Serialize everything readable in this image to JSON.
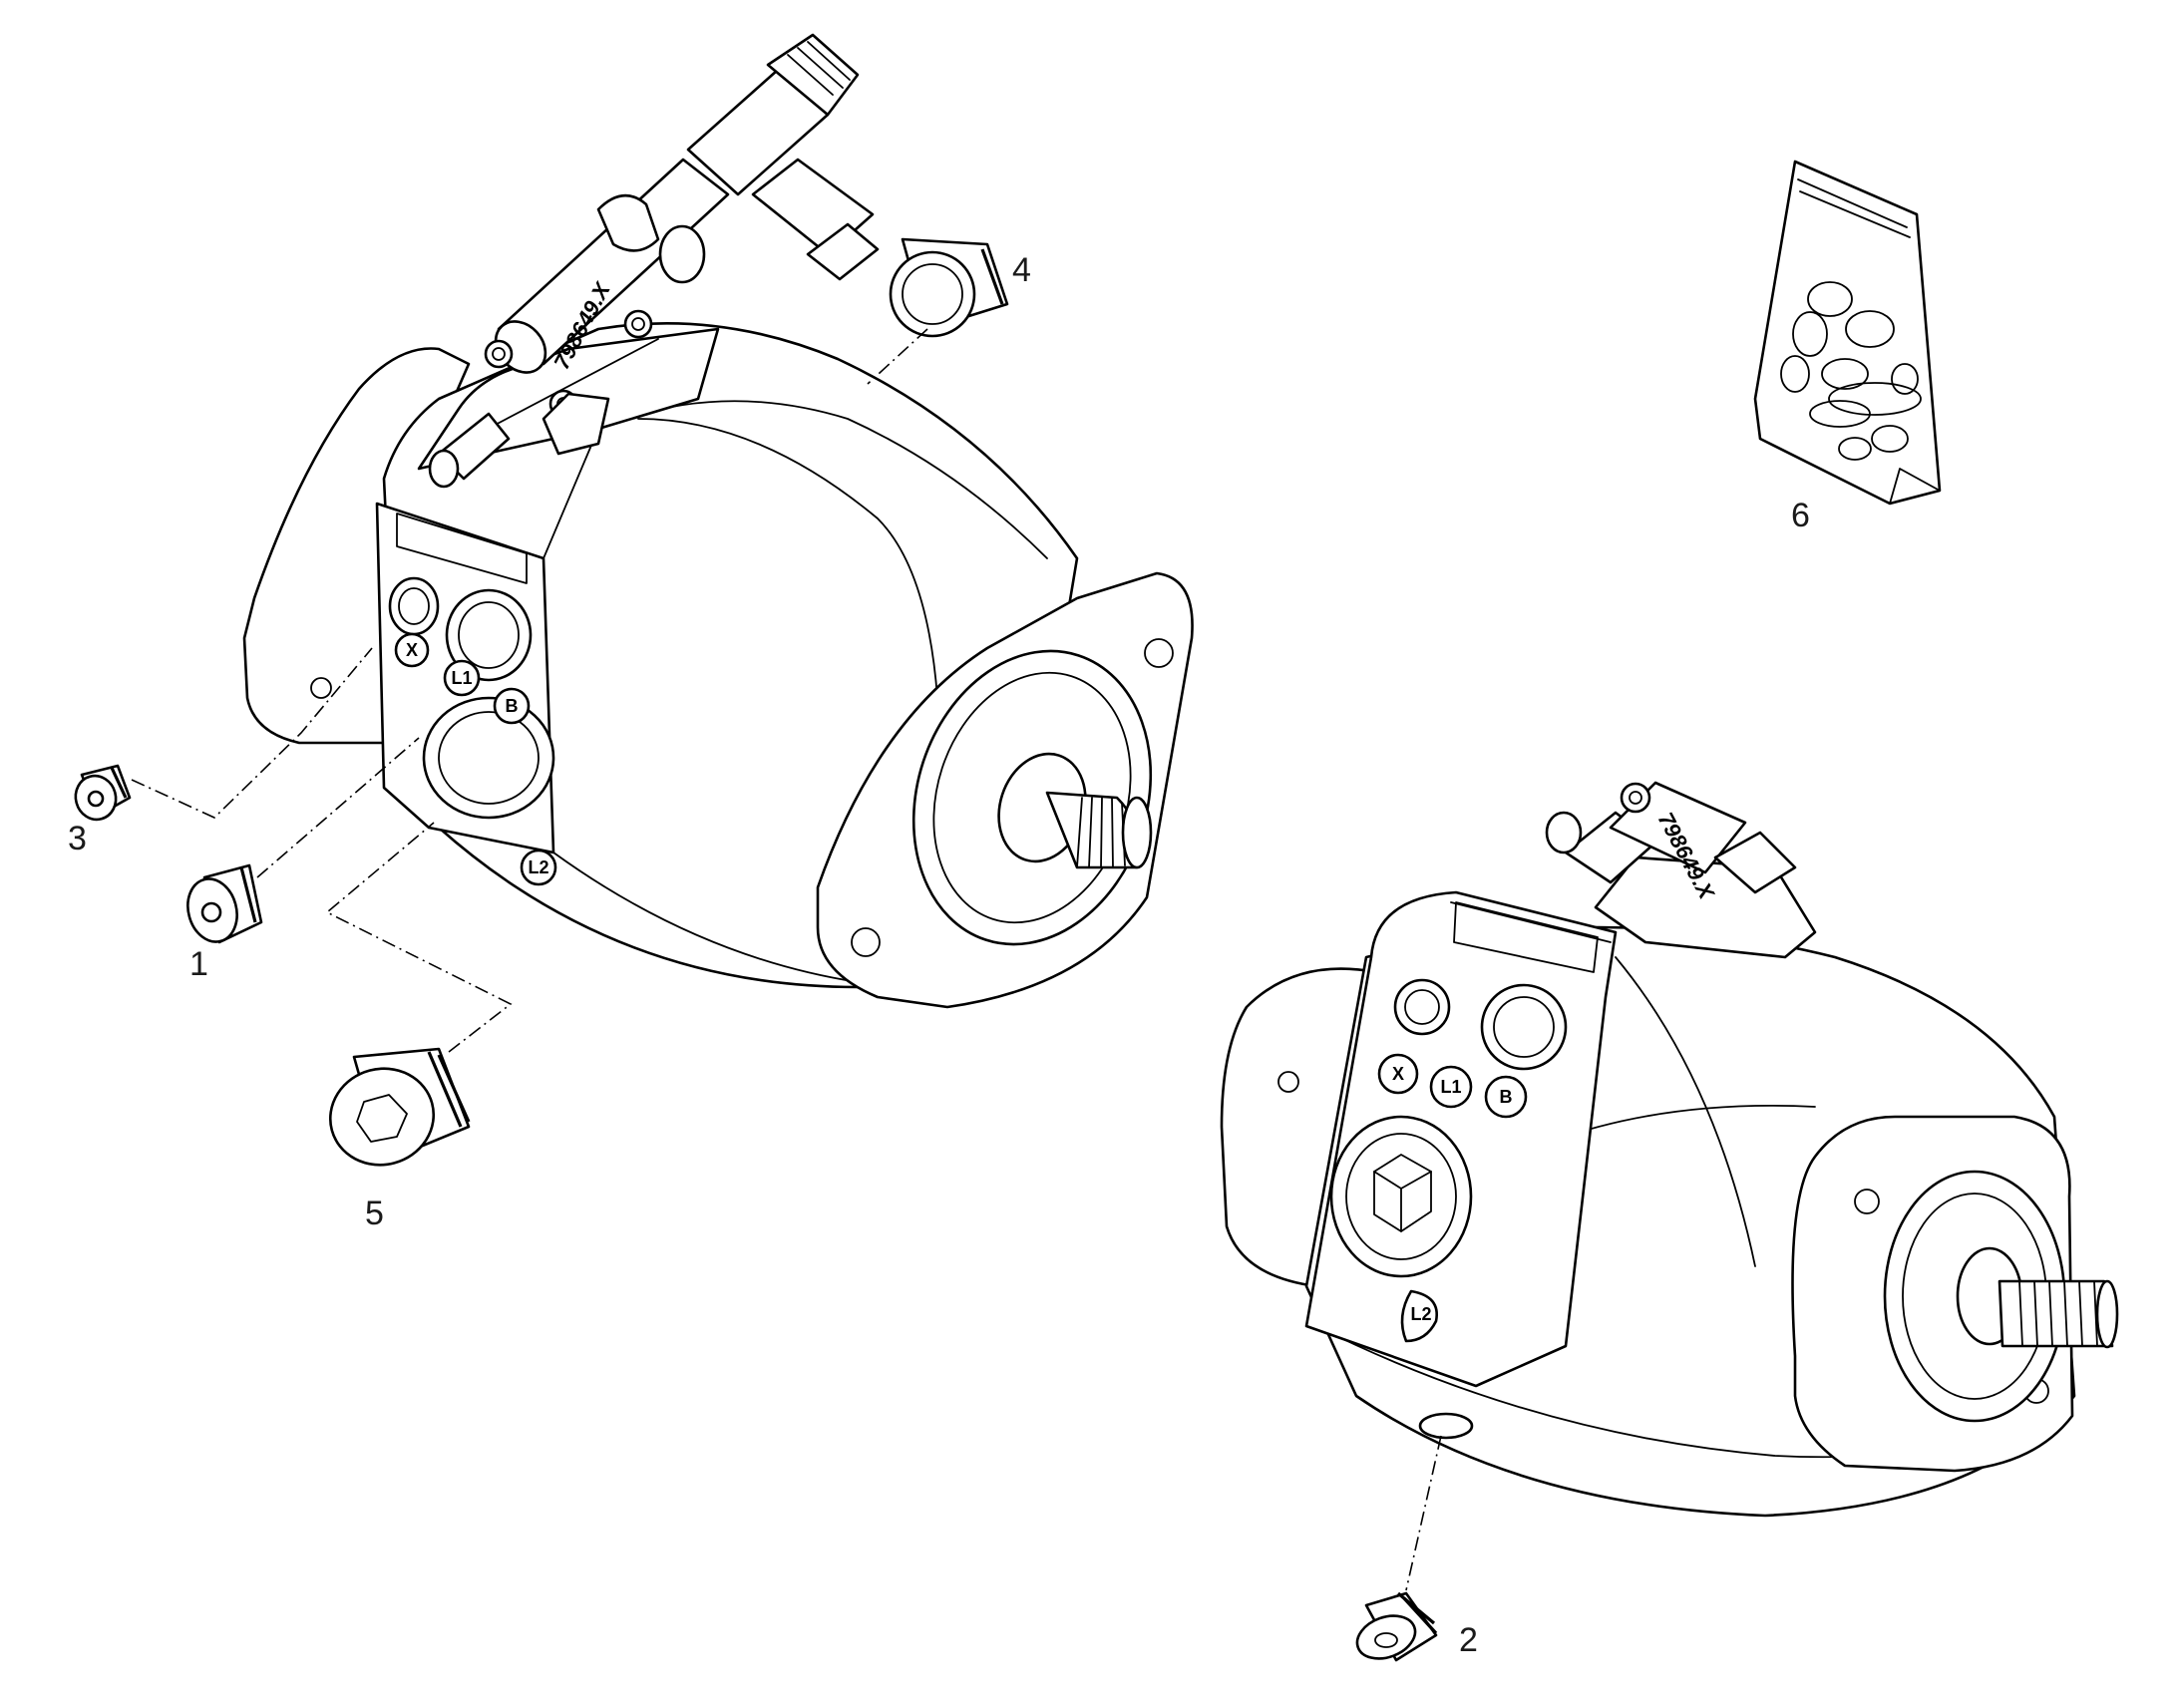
{
  "callouts": {
    "c1": "1",
    "c2": "2",
    "c3": "3",
    "c4": "4",
    "c5": "5",
    "c6": "6"
  },
  "part_number_label": "798649.X",
  "port_labels": {
    "x": "X",
    "l1": "L1",
    "b": "B",
    "l2": "L2"
  },
  "line_color": "#000000",
  "background_color": "#ffffff"
}
